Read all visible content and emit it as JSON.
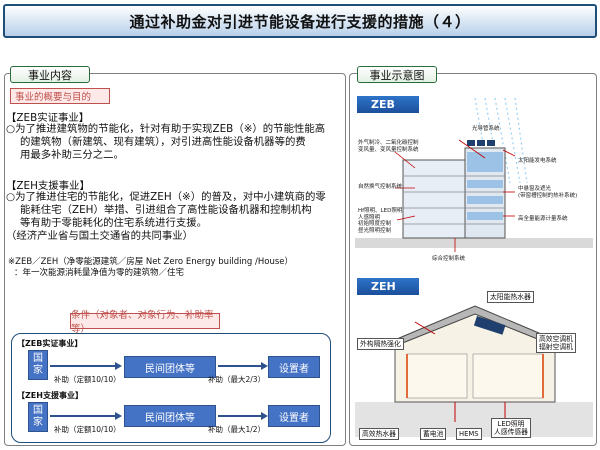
{
  "title": "通过补助金对引进节能设备进行支援的措施（４）",
  "left_panel": {
    "tab_label": "事业内容",
    "overview_label": "事业的概要与目的",
    "zeb": {
      "heading": "【ZEB实证事业】",
      "lines": [
        "○为了推进建筑物的节能化，针对有助于实现ZEB（※）的节能性能高",
        "的建筑物（新建筑、现有建筑），对引进高性能设备机器等的费",
        "用最多补助三分之二。"
      ]
    },
    "zeh": {
      "heading": "【ZEH支援事业】",
      "lines": [
        "○为了推进住宅的节能化，促进ZEH（※）的普及，对中小建筑商的零",
        "能耗住宅（ZEH）举措、引进组合了高性能设备机器和控制机构",
        "等有助于零能耗化的住宅系统进行支援。",
        "（经济产业省与国土交通省的共同事业）"
      ]
    },
    "notes": [
      "※ZEB／ZEH（净零能源建筑／房屋 Net Zero Energy building /House）",
      "：年一次能源消耗量净值为零的建筑物／住宅"
    ],
    "conditions_label": "条件（对象者、对象行为、补助率等）",
    "flow": {
      "zeb_title": "【ZEB实证事业】",
      "zeh_title": "【ZEH支援事业】",
      "state": "国\n家",
      "org": "民间团体等",
      "installer": "设置者",
      "zeb_subsidy1": "补助（定额10/10）",
      "zeb_subsidy2": "补助（最大2/3）",
      "zeh_subsidy1": "补助（定额10/10）",
      "zeh_subsidy2": "补助（最大1/2）"
    }
  },
  "right_panel": {
    "tab_label": "事业示意图",
    "zeb_tag": "ZEB",
    "zeh_tag": "ZEH",
    "zeb_callouts": [
      "光导管系统",
      "外气制冷、二氧化碳控制\n变风量、变风量控制系统",
      "太阳能发电系统",
      "自然换气控制系统",
      "中悬窗及遮光\n(带窗槽控制的热补系统)",
      "Hf照明、LED照明\n人感照明\n初始照度控制\n昼光照明控制",
      "高全量能源计量系统",
      "综合控制系统"
    ],
    "zeh_callouts": [
      "太阳能热水器",
      "外构隔热强化",
      "高效空调机\n辐射空调机",
      "高效热水器",
      "蓄电池",
      "HEMS",
      "LED照明\n人感传感器"
    ]
  },
  "colors": {
    "title_border": "#1f4e79",
    "node_blue": "#4472c4",
    "label_red": "#c0504d",
    "tag_blue": "#1c4f9c"
  }
}
